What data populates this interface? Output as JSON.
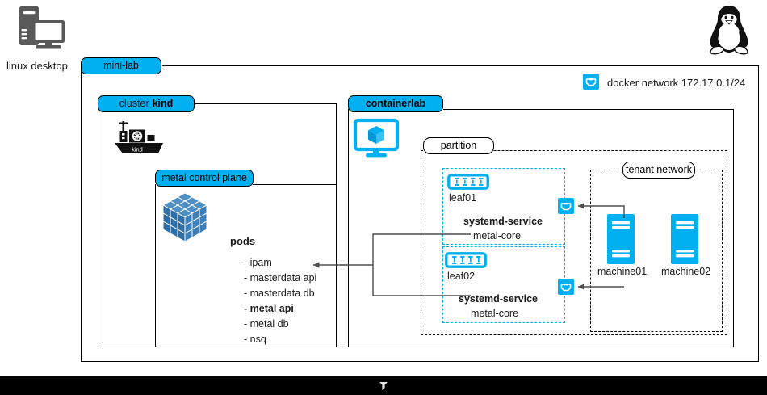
{
  "page": {
    "desktop_label": "linux desktop",
    "desktop_icon": "desktop-computer-icon",
    "os_logo": "tux-penguin-logo"
  },
  "colors": {
    "accent_cyan": "#00b0f0",
    "k8s_blue": "#2f6fa8",
    "icon_gray": "#595959",
    "line_gray": "#4d4d4d",
    "border_black": "#000000",
    "bar_black": "#000000"
  },
  "mini_lab": {
    "label": "mini-lab"
  },
  "docker_network": {
    "icon": "ethernet-port-icon",
    "label": "docker network 172.17.0.1/24"
  },
  "cluster": {
    "label_prefix": "cluster",
    "label_name": "kind",
    "logo": "kind-ship-logo",
    "logo_caption": "kind",
    "control_plane": {
      "label": "metal control plane",
      "icon": "kubernetes-cube-icon",
      "pods_heading": "pods",
      "pods": [
        {
          "label": "- ipam",
          "bold": false
        },
        {
          "label": "- masterdata api",
          "bold": false
        },
        {
          "label": "- masterdata db",
          "bold": false
        },
        {
          "label": "- metal api",
          "bold": true
        },
        {
          "label": "- metal db",
          "bold": false
        },
        {
          "label": "- nsq",
          "bold": false
        }
      ]
    }
  },
  "containerlab": {
    "label": "containerlab",
    "icon": "monitor-container-icon",
    "partition": {
      "label": "partition",
      "leaves": [
        {
          "name": "leaf01",
          "icon": "network-switch-icon",
          "service_heading": "systemd-service",
          "service_name": "metal-core",
          "port_icon": "ethernet-port-icon"
        },
        {
          "name": "leaf02",
          "icon": "network-switch-icon",
          "service_heading": "systemd-service",
          "service_name": "metal-core",
          "port_icon": "ethernet-port-icon"
        }
      ]
    },
    "tenant_network": {
      "label": "tenant network",
      "machines": [
        {
          "name": "machine01",
          "icon": "server-tower-icon"
        },
        {
          "name": "machine02",
          "icon": "server-tower-icon"
        }
      ]
    }
  },
  "status_bar": {
    "glyph": "collapse-arrow-icon"
  }
}
